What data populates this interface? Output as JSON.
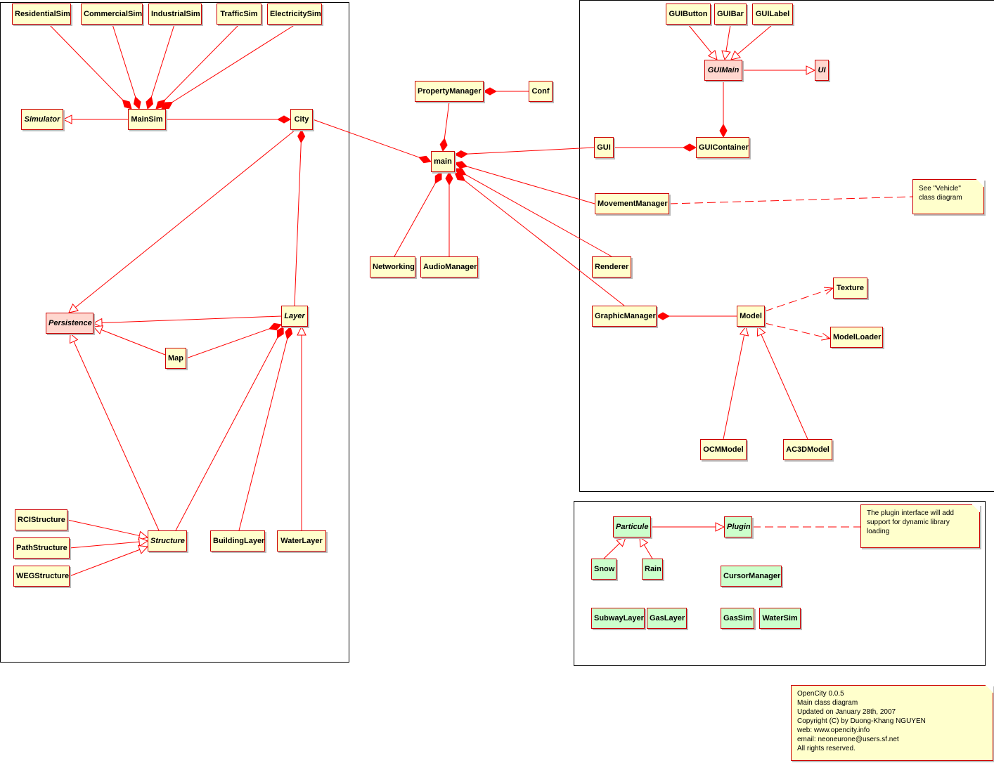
{
  "classes": {
    "residentialsim": "ResidentialSim",
    "commercialsim": "CommercialSim",
    "industrialsim": "IndustrialSim",
    "trafficsim": "TrafficSim",
    "electricitysim": "ElectricitySim",
    "simulator": "Simulator",
    "mainsim": "MainSim",
    "city": "City",
    "persistence": "Persistence",
    "layer": "Layer",
    "map": "Map",
    "rcistructure": "RCIStructure",
    "pathstructure": "PathStructure",
    "wegstructure": "WEGStructure",
    "structure": "Structure",
    "buildinglayer": "BuildingLayer",
    "waterlayer": "WaterLayer",
    "propertymanager": "PropertyManager",
    "conf": "Conf",
    "main": "main",
    "networking": "Networking",
    "audiomanager": "AudioManager",
    "guibutton": "GUIButton",
    "guibar": "GUIBar",
    "guilabel": "GUILabel",
    "guimain": "GUIMain",
    "ui": "UI",
    "gui": "GUI",
    "guicontainer": "GUIContainer",
    "movementmanager": "MovementManager",
    "renderer": "Renderer",
    "texture": "Texture",
    "graphicmanager": "GraphicManager",
    "model": "Model",
    "modelloader": "ModelLoader",
    "ocmmodel": "OCMModel",
    "ac3dmodel": "AC3DModel",
    "particule": "Particule",
    "plugin": "Plugin",
    "snow": "Snow",
    "rain": "Rain",
    "cursormanager": "CursorManager",
    "subwaylayer": "SubwayLayer",
    "gaslayer": "GasLayer",
    "gassim": "GasSim",
    "watersim": "WaterSim"
  },
  "notes": {
    "vehicle": [
      "See \"Vehicle\"",
      "class diagram"
    ],
    "plugin": [
      "The plugin interface will add",
      "support for dynamic library",
      "loading"
    ],
    "info": [
      "OpenCity 0.0.5",
      "Main class diagram",
      "Updated on January 28th, 2007",
      "Copyright (C) by Duong-Khang NGUYEN",
      "web: www.opencity.info",
      "email: neoneurone@users.sf.net",
      "All rights reserved."
    ]
  },
  "colors": {
    "edge": "#ff0000",
    "classBorder": "#cc0000",
    "classFill": "#ffffcc",
    "abstractFill": "#ffd7cf",
    "pluginFill": "#ccffcc"
  }
}
